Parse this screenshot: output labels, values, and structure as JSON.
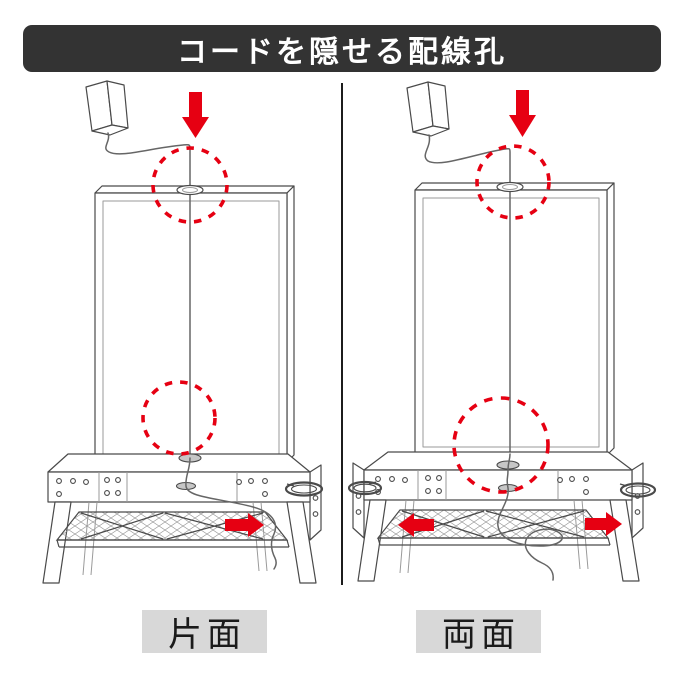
{
  "header": {
    "title": "コードを隠せる配線孔"
  },
  "colors": {
    "accent_red": "#e60012",
    "header_bg": "#333333",
    "header_text": "#ffffff",
    "caption_bg": "#d8d8d8",
    "caption_text": "#1a1a1a",
    "line_art": "#4a4a4a"
  },
  "figures": [
    {
      "caption": "片面",
      "side": "left",
      "arrows": [
        "down",
        "right"
      ],
      "highlights": [
        "top-wiring-hole",
        "bottom-wiring-hole"
      ],
      "hooks": [
        "right-ring-hook"
      ]
    },
    {
      "caption": "両面",
      "side": "right",
      "arrows": [
        "down",
        "left",
        "right"
      ],
      "highlights": [
        "top-wiring-hole",
        "bottom-wiring-hole"
      ],
      "hooks": [
        "left-ring-hook",
        "right-ring-hook"
      ]
    }
  ]
}
